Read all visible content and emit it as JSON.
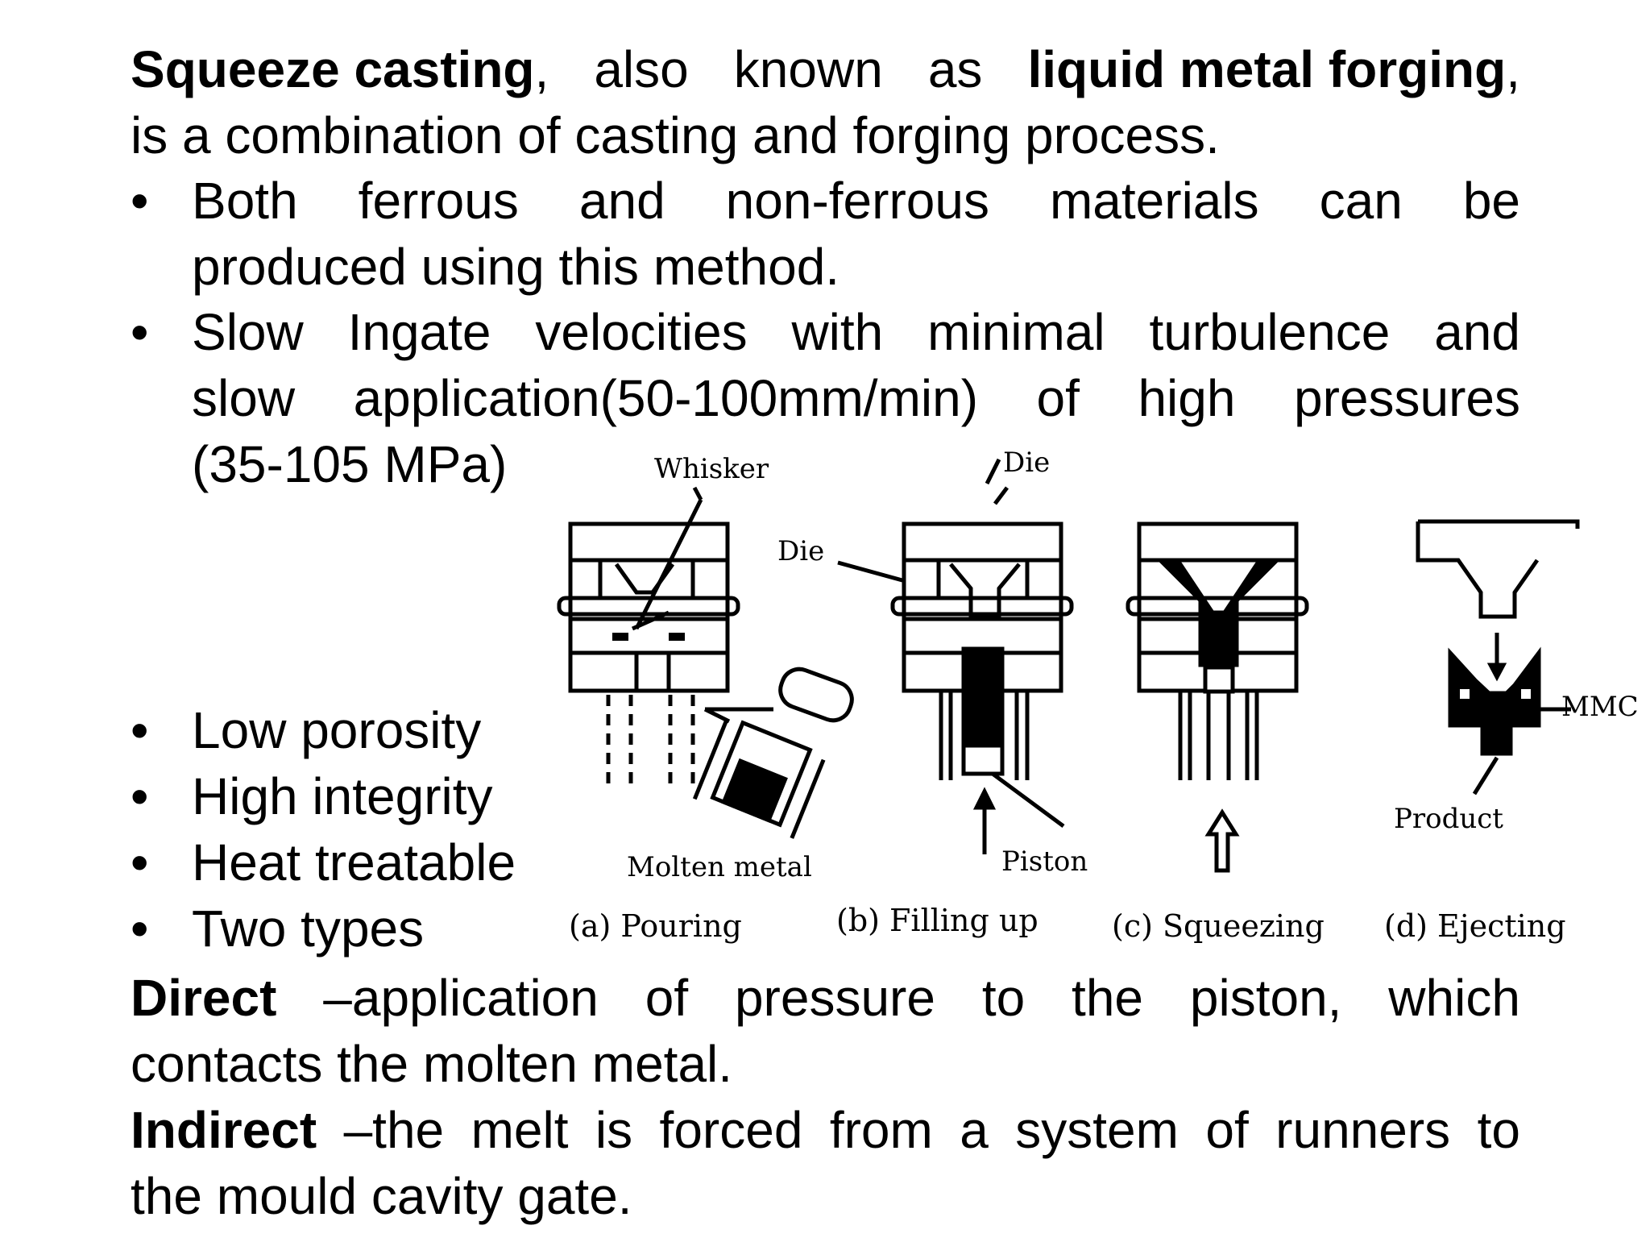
{
  "intro": {
    "term1": "Squeeze casting",
    "w_also": "also",
    "w_known": "known",
    "w_as": "as",
    "term2": "liquid metal forging",
    "line2": "is a combination of casting and forging process."
  },
  "bullets": {
    "b1_line1": [
      "Both",
      "ferrous",
      "and",
      "non-ferrous",
      "materials",
      "can",
      "be"
    ],
    "b1_line2": "produced using this method.",
    "b2_line1": [
      "Slow",
      "Ingate",
      "velocities",
      "with",
      "minimal",
      "turbulence",
      "and"
    ],
    "b2_line2": [
      "slow",
      "application(50-100mm/min)",
      "of",
      "high",
      "pressures"
    ],
    "b2_line3": "(35-105 MPa)",
    "short": [
      "Low porosity",
      "High integrity",
      "Heat treatable",
      "Two types"
    ]
  },
  "direct": {
    "term": "Direct",
    "line1": [
      "–application",
      "of",
      "pressure",
      "to",
      "the",
      "piston,",
      "which"
    ],
    "line2": "contacts the molten metal."
  },
  "indirect": {
    "term": "Indirect",
    "line1": [
      "–the",
      "melt",
      "is",
      "forced",
      "from",
      "a",
      "system",
      "of",
      "runners",
      "to"
    ],
    "line2": "the mould cavity gate."
  },
  "diagram": {
    "labels": {
      "whisker": "Whisker",
      "die_top": "Die",
      "die_side": "Die",
      "molten_metal": "Molten metal",
      "piston": "Piston",
      "product": "Product",
      "mmc": "MMC"
    },
    "captions": {
      "a": "(a)  Pouring",
      "b": "(b) Filling up",
      "c": "(c)  Squeezing",
      "d": "(d)  Ejecting"
    }
  }
}
